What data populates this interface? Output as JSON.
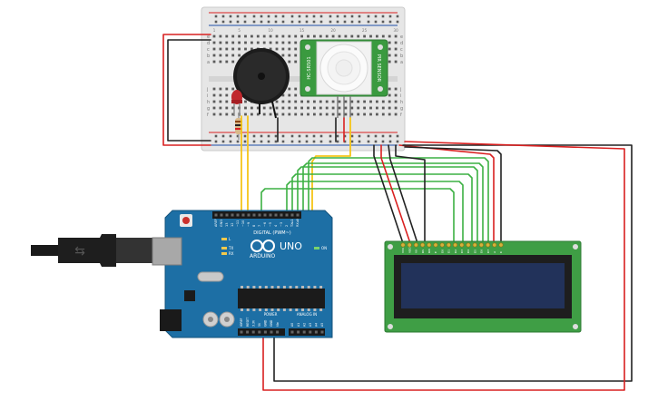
{
  "arduino": {
    "brand": "ARDUINO",
    "model": "UNO",
    "digital_label": "DIGITAL (PWM~)",
    "power_label": "POWER",
    "analog_label": "ANALOG IN",
    "on_label": "ON",
    "tx_label": "TX",
    "rx_label": "RX",
    "l_label": "L",
    "digital_pins": [
      "AREF",
      "GND",
      "13",
      "12",
      "~11",
      "~10",
      "~9",
      "8",
      "7",
      "~6",
      "~5",
      "4",
      "~3",
      "2",
      "TX▸1",
      "RX◂0"
    ],
    "power_pins": [
      "IOREF",
      "RESET",
      "3.3V",
      "5V",
      "GND",
      "GND",
      "Vin"
    ],
    "analog_pins": [
      "A0",
      "A1",
      "A2",
      "A3",
      "A4",
      "A5"
    ]
  },
  "breadboard": {
    "row_letters_top": [
      "a",
      "b",
      "c",
      "d",
      "e"
    ],
    "row_letters_bottom": [
      "f",
      "g",
      "h",
      "i",
      "j"
    ],
    "col_numbers": [
      "1",
      "5",
      "10",
      "15",
      "20",
      "25",
      "30"
    ]
  },
  "pir_sensor": {
    "label_left": "HC-SR501",
    "label_right": "PIR SENSOR"
  },
  "lcd": {
    "pins": [
      "VSS",
      "VDD",
      "V0",
      "RS",
      "RW",
      "E",
      "D0",
      "D1",
      "D2",
      "D3",
      "D4",
      "D5",
      "D6",
      "D7",
      "A",
      "K"
    ]
  },
  "colors": {
    "breadboard": "#e6e6e6",
    "arduino_board": "#1d6fa5",
    "lcd_pcb": "#3f9e45",
    "lcd_screen": "#22325a",
    "wire_red": "#d92020",
    "wire_black": "#222222",
    "wire_green": "#3cb043",
    "wire_yellow": "#f5c518",
    "pir_pcb": "#3a9a3f",
    "led": "#c0282d"
  }
}
